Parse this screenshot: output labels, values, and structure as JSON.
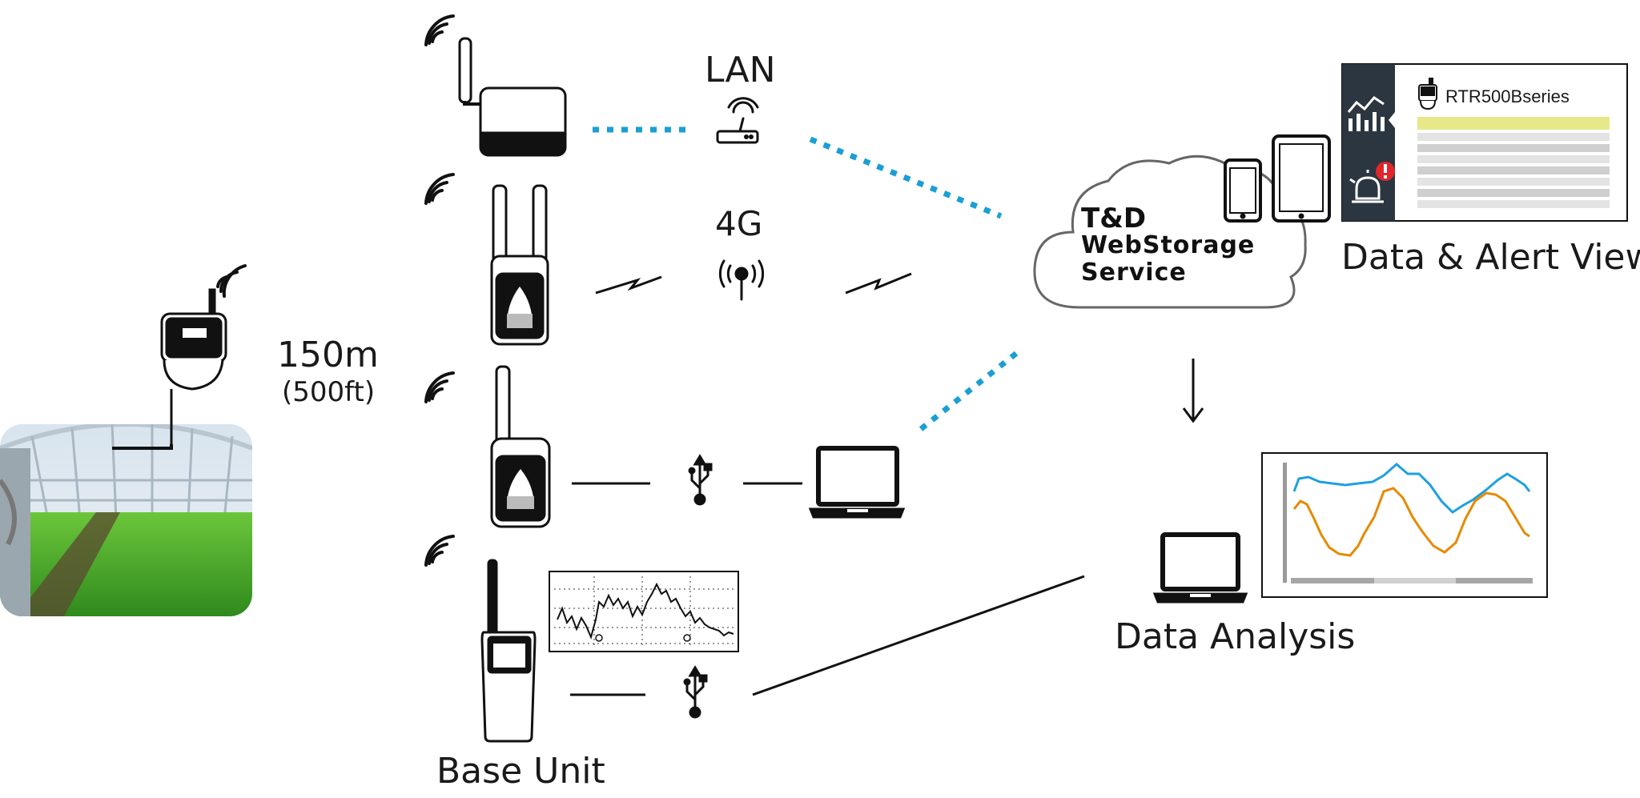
{
  "labels": {
    "lan": "LAN",
    "four_g": "4G",
    "distance": "150m",
    "distance_ft": "(500ft)",
    "base_unit": "Base Unit",
    "cloud_line1": "T&D",
    "cloud_line2": "WebStorage",
    "cloud_line3": "Service",
    "alert_view": "Data & Alert View",
    "data_analysis": "Data Analysis",
    "dashboard_title": "RTR500Bseries"
  },
  "icons": {
    "wifi": "wifi-signal-icon",
    "router": "router-icon",
    "antenna": "cell-antenna-icon",
    "usb": "usb-icon",
    "laptop": "laptop-icon",
    "phone": "smartphone-icon",
    "tablet": "tablet-icon",
    "chart": "bar-chart-icon",
    "alarm": "alarm-icon"
  },
  "colors": {
    "link_dotted": "#1a9fd4",
    "line_blue": "#1ea0e0",
    "line_orange": "#e68a00",
    "dark_panel": "#2b3640",
    "alert_red": "#e0262b",
    "highlight_row": "#e6e88a"
  }
}
